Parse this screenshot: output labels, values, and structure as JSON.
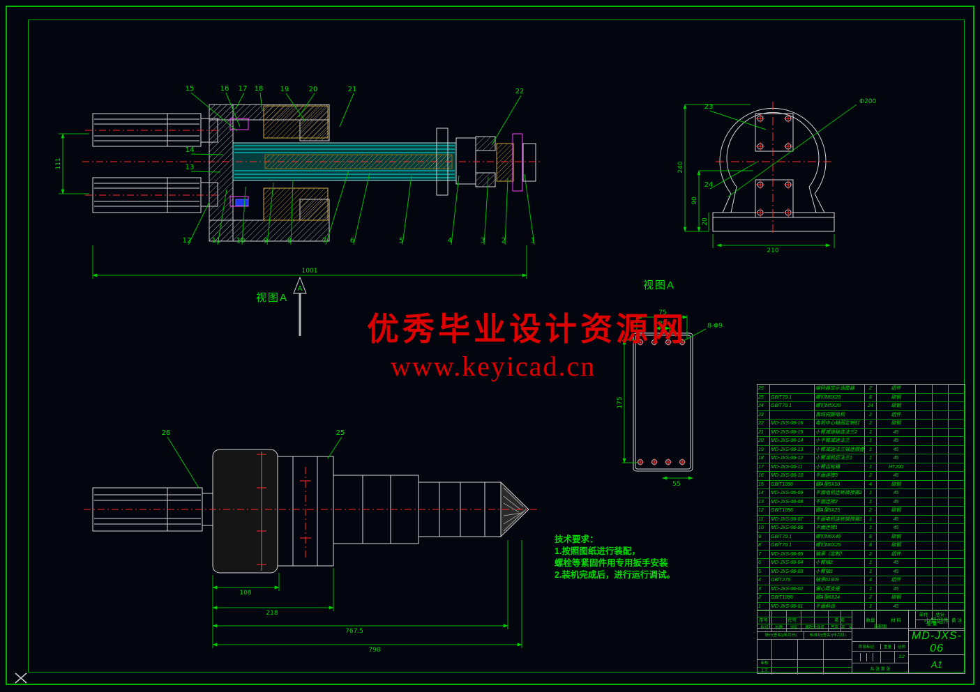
{
  "colors": {
    "bg": "#04060f",
    "frame_green": "#00b400",
    "dim_green": "#00d800",
    "red": "#ff2a2a",
    "watermark_red": "#dc0000",
    "cyan": "#00e5e5",
    "magenta": "#ff40ff",
    "gold": "#b08c28"
  },
  "watermark": {
    "line1": "优秀毕业设计资源网",
    "line2": "www.keyicad.cn"
  },
  "view_labels": {
    "main": "视图A",
    "plate": "视图A",
    "arrow": "A"
  },
  "tech": {
    "title": "技术要求：",
    "line1": "1.按照图纸进行装配，",
    "line2": "螺栓等紧固件用专用扳手安装",
    "line3": "2.装机完成后，进行运行调试。"
  },
  "dims": {
    "main_total": "1001",
    "main_height": "111",
    "lower": [
      "108",
      "218",
      "767.5",
      "798"
    ],
    "bracket": {
      "height": "240",
      "inner": "90",
      "base": "20",
      "width": "210",
      "dia": "Φ200"
    },
    "plate": {
      "w": "75",
      "w2": "25",
      "holes": "8-Φ9",
      "h": "175",
      "wb": "55"
    }
  },
  "callouts": {
    "main_top": [
      "15",
      "16",
      "17",
      "18",
      "19",
      "20",
      "21",
      "22"
    ],
    "main_bottom": [
      "12",
      "11",
      "10",
      "9",
      "8",
      "7",
      "6",
      "5",
      "4",
      "3",
      "2",
      "1"
    ],
    "main_left": [
      "14",
      "13"
    ],
    "bracket": [
      "23",
      "24"
    ],
    "lower": [
      "26",
      "25"
    ]
  },
  "bom": {
    "headers": {
      "no": "序号",
      "code": "代号",
      "name": "名 称",
      "qty": "数量",
      "mat": "材 料",
      "unit": "单件",
      "total": "总计",
      "weight": "重 量",
      "remark": "备 注"
    },
    "rows": [
      {
        "no": "26",
        "code": "",
        "name": "编码器显示调整器",
        "qty": "2",
        "mat": "组件"
      },
      {
        "no": "25",
        "code": "GB/T70.1",
        "name": "螺钉M6X20",
        "qty": "8",
        "mat": "碳钢"
      },
      {
        "no": "24",
        "code": "GB/T70.1",
        "name": "螺钉M5X20",
        "qty": "24",
        "mat": "碳钢"
      },
      {
        "no": "23",
        "code": "",
        "name": "直线伺服电机",
        "qty": "2",
        "mat": "组件"
      },
      {
        "no": "22",
        "code": "MD-JXS-06-16",
        "name": "电机中心轴固定销钉",
        "qty": "2",
        "mat": "碳钢"
      },
      {
        "no": "21",
        "code": "MD-JXS-06-15",
        "name": "小臂减速轴连法兰2",
        "qty": "1",
        "mat": "45"
      },
      {
        "no": "20",
        "code": "MD-JXS-06-14",
        "name": "小平臂减速法兰",
        "qty": "1",
        "mat": "45"
      },
      {
        "no": "19",
        "code": "MD-JXS-06-13",
        "name": "小臂减速法兰轴连圆盘",
        "qty": "1",
        "mat": "45"
      },
      {
        "no": "18",
        "code": "MD-JXS-06-12",
        "name": "小臂减机后法兰1",
        "qty": "1",
        "mat": "45"
      },
      {
        "no": "17",
        "code": "MD-JXS-06-11",
        "name": "小臂齿轮箱",
        "qty": "1",
        "mat": "HT200"
      },
      {
        "no": "16",
        "code": "MD-JXS-06-10",
        "name": "平面连接3",
        "qty": "2",
        "mat": "45"
      },
      {
        "no": "15",
        "code": "GB/T1096",
        "name": "键A型5X10",
        "qty": "4",
        "mat": "碳钢"
      },
      {
        "no": "14",
        "code": "MD-JXS-06-09",
        "name": "平面电机连转换接箱2",
        "qty": "1",
        "mat": "45"
      },
      {
        "no": "13",
        "code": "MD-JXS-06-08",
        "name": "平面连接2",
        "qty": "1",
        "mat": "45"
      },
      {
        "no": "12",
        "code": "GB/T1096",
        "name": "键A型5X25",
        "qty": "2",
        "mat": "碳钢"
      },
      {
        "no": "11",
        "code": "MD-JXS-06-07",
        "name": "平面电机连转换接箱1",
        "qty": "1",
        "mat": "45"
      },
      {
        "no": "10",
        "code": "MD-JXS-06-06",
        "name": "平面连接1",
        "qty": "1",
        "mat": "45"
      },
      {
        "no": "9",
        "code": "GB/T70.1",
        "name": "螺钉M6X40",
        "qty": "8",
        "mat": "碳钢"
      },
      {
        "no": "8",
        "code": "GB/T70.1",
        "name": "螺钉M6X25",
        "qty": "8",
        "mat": "碳钢"
      },
      {
        "no": "7",
        "code": "MD-JXS-06-05",
        "name": "轴承（定制）",
        "qty": "2",
        "mat": "组件"
      },
      {
        "no": "6",
        "code": "MD-JXS-06-04",
        "name": "小臂轴2",
        "qty": "1",
        "mat": "45"
      },
      {
        "no": "5",
        "code": "MD-JXS-06-03",
        "name": "小臂轴1",
        "qty": "1",
        "mat": "45"
      },
      {
        "no": "4",
        "code": "GB/T276",
        "name": "轴承61909",
        "qty": "4",
        "mat": "组件"
      },
      {
        "no": "3",
        "code": "MD-JXS-06-02",
        "name": "偏心距支座",
        "qty": "1",
        "mat": "45"
      },
      {
        "no": "2",
        "code": "GB/T1096",
        "name": "键A型6X24",
        "qty": "2",
        "mat": "碳钢"
      },
      {
        "no": "1",
        "code": "MD-JXS-06-01",
        "name": "平面斜齿",
        "qty": "1",
        "mat": "45"
      }
    ]
  },
  "title_block": {
    "part_title": "小臂组件",
    "drawing_no": "MD-JXS-06",
    "sheet_size": "A1",
    "drawing_type": "装配图",
    "scale_value": "1:2",
    "labels": {
      "mark": "标记",
      "count": "处数",
      "zone": "分区",
      "change_doc": "更改文件号",
      "sign": "签名",
      "date": "年、月、日",
      "design": "设计(签名)(年月日)",
      "standard": "标准化(签名)(年月日)",
      "review": "审核",
      "process": "工艺",
      "stage": "阶段标记",
      "weight": "重量",
      "scale": "比例",
      "sheets": "共 张 第 张"
    }
  }
}
